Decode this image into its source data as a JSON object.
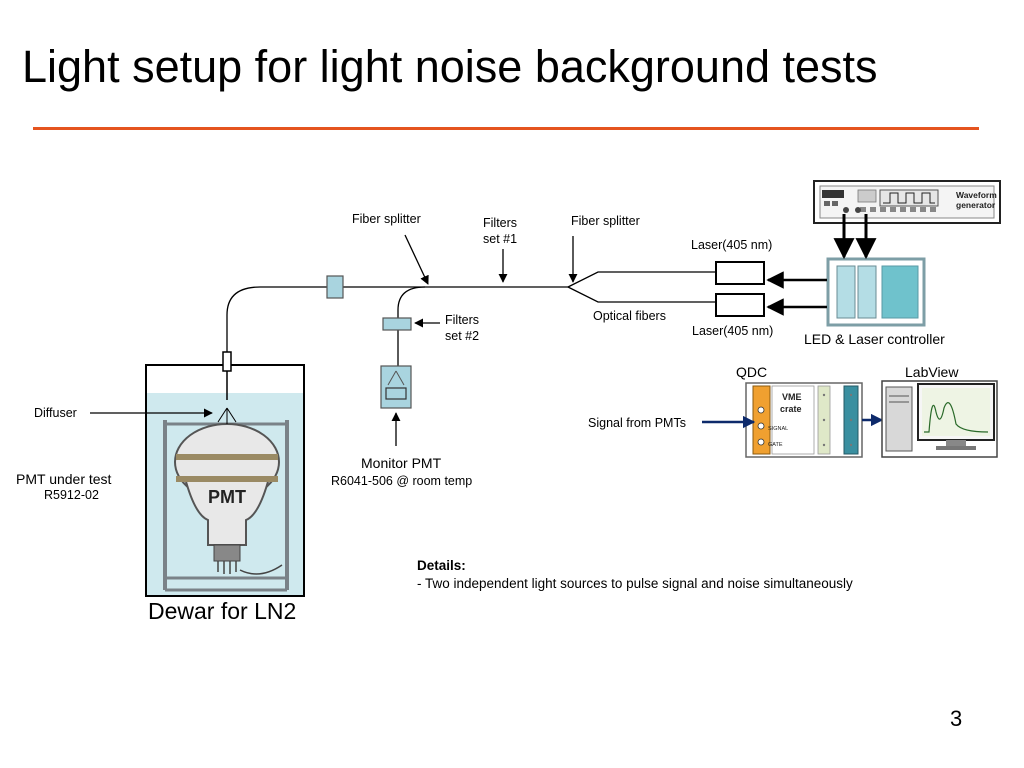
{
  "slide": {
    "title": "Light setup for light noise background tests",
    "page_number": "3"
  },
  "labels": {
    "fiber_splitter_1": "Fiber splitter",
    "filters_set1_line1": "Filters",
    "filters_set1_line2": "set #1",
    "fiber_splitter_2": "Fiber splitter",
    "laser_top": "Laser(405 nm)",
    "laser_bottom": "Laser(405 nm)",
    "optical_fibers": "Optical fibers",
    "filters_set2_line1": "Filters",
    "filters_set2_line2": "set #2",
    "led_laser_controller": "LED & Laser controller",
    "qdc": "QDC",
    "labview": "LabView",
    "signal_from_pmts": "Signal from PMTs",
    "diffuser": "Diffuser",
    "pmt_under_test": "PMT under test",
    "pmt_under_test_model": "R5912-02",
    "monitor_pmt": "Monitor PMT",
    "monitor_pmt_model": "R6041-506 @ room temp",
    "dewar": "Dewar for LN2"
  },
  "devices": {
    "waveform_generator_line1": "Waveform",
    "waveform_generator_line2": "generator",
    "vme_line1": "VME",
    "vme_line2": "crate",
    "vme_signal": "SIGNAL",
    "vme_gate": "GATE",
    "pmt_body": "PMT"
  },
  "details": {
    "heading": "Details:",
    "line1": "- Two independent light sources to pulse signal and noise simultaneously"
  },
  "colors": {
    "accent_rule": "#e5541f",
    "signal_arrow": "#0d2a6b",
    "liquid": "#cfe9ee",
    "fiber_box": "#a9d4df",
    "vme_orange": "#f0a030",
    "vme_teal": "#3a8fa0"
  }
}
